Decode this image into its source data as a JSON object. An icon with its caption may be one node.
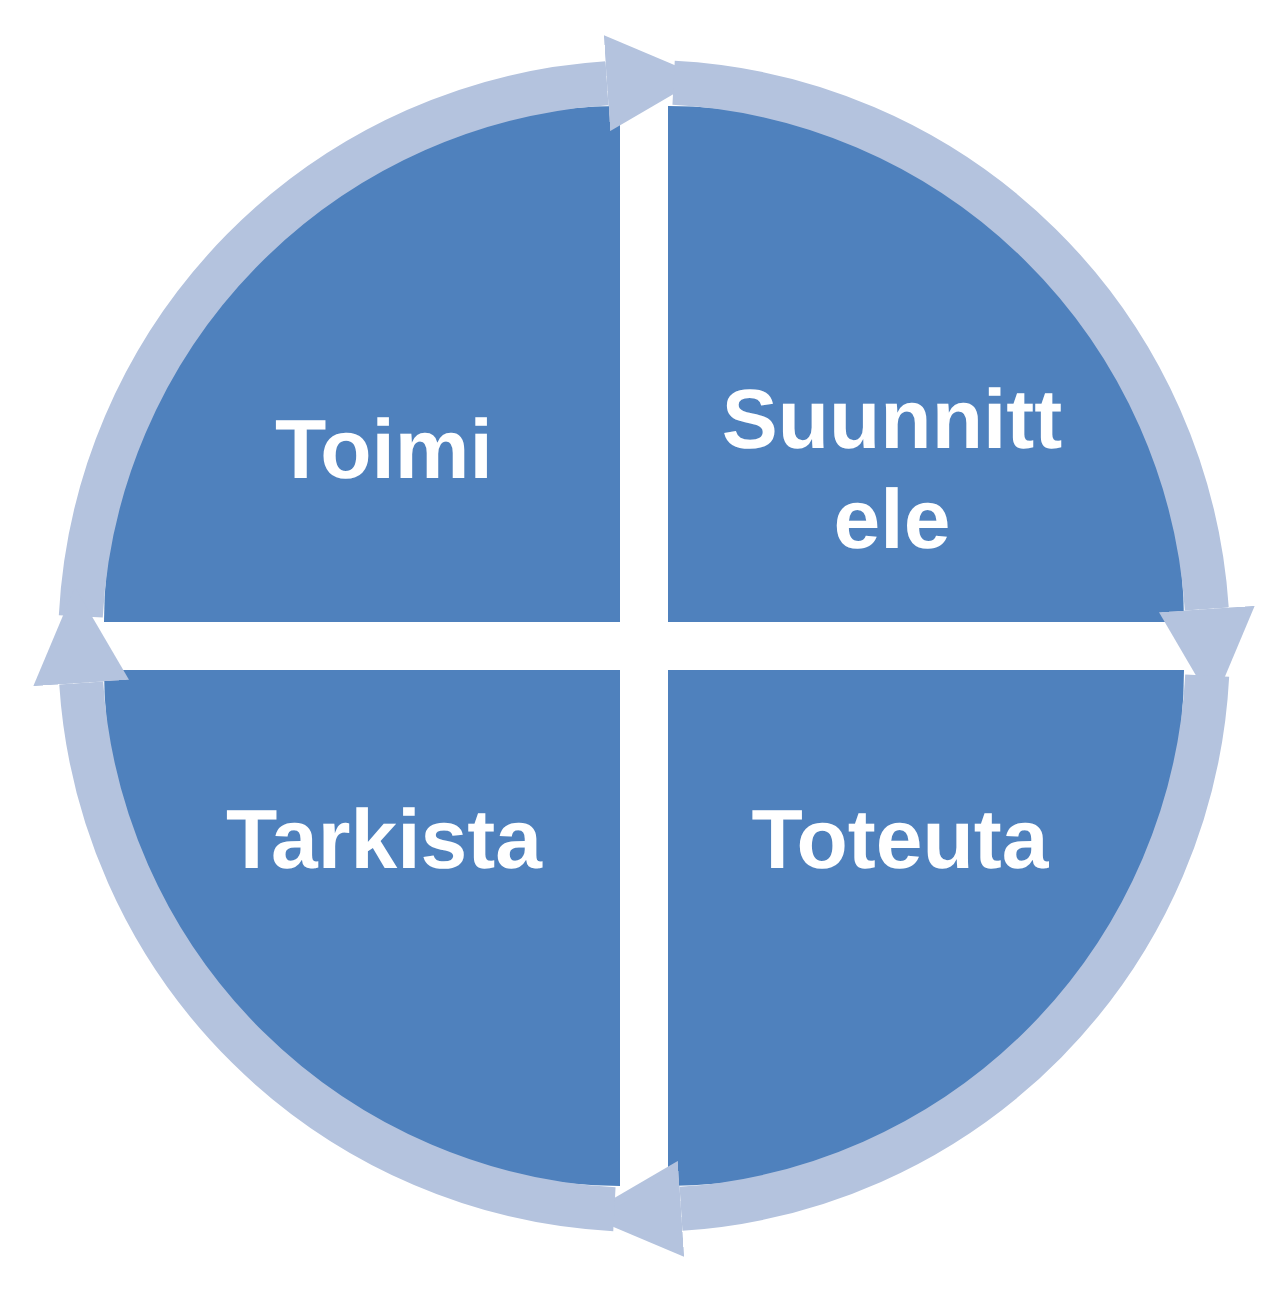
{
  "diagram": {
    "nodes": [
      {
        "text": [
          "Toimi"
        ]
      },
      {
        "text": [
          "Suunnittele"
        ]
      },
      {
        "text": [
          "Tarkista"
        ]
      },
      {
        "text": [
          "Toteuta"
        ]
      }
    ],
    "edges": [
      {
        "from": 0,
        "to": 1,
        "arrow": "to"
      },
      {
        "from": 1,
        "to": 3,
        "arrow": "to"
      },
      {
        "from": 3,
        "to": 2,
        "arrow": "to"
      },
      {
        "from": 2,
        "to": 0,
        "arrow": "to"
      }
    ]
  }
}
